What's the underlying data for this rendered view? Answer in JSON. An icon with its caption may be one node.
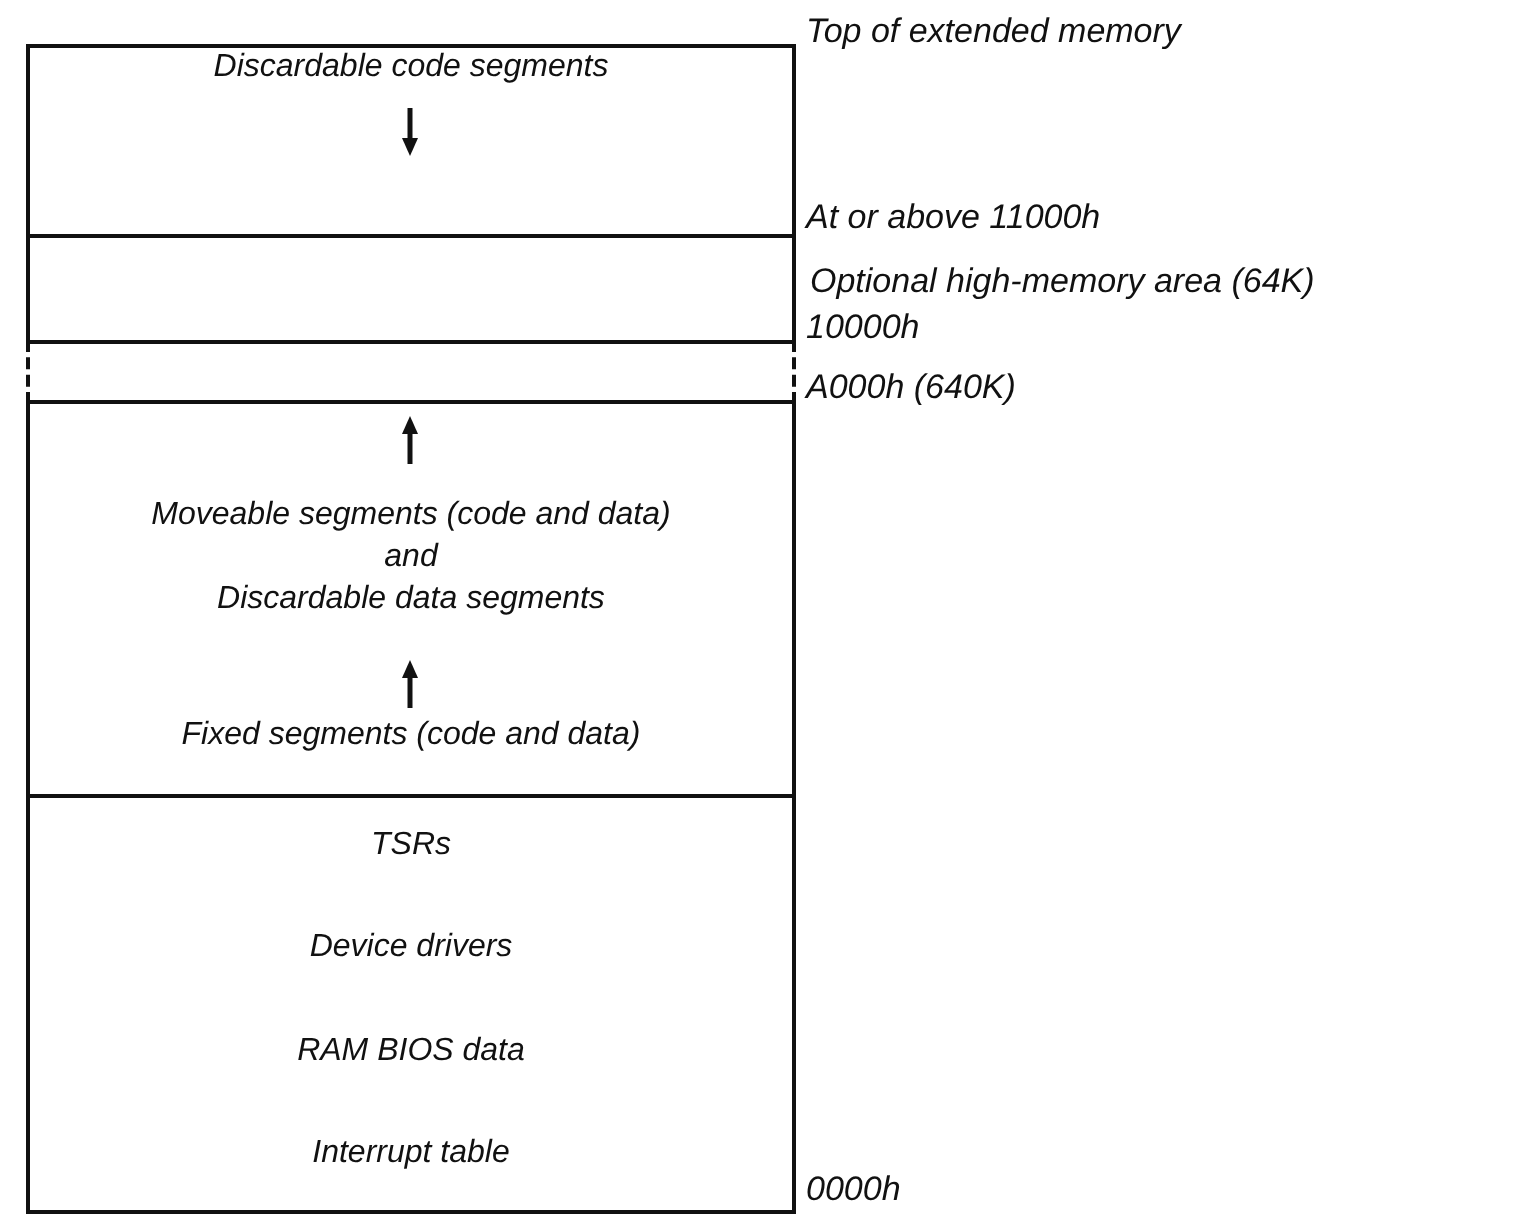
{
  "diagram": {
    "nodes": [
      {
        "text": [
          "Discardable code segments"
        ]
      },
      {
        "text": [],
        "shape": "box",
        "beside": [
          "Optional high-memory area (64K)"
        ]
      },
      {
        "text": [],
        "shape": "box"
      },
      {
        "text": [
          "Moveable segments (code and data)",
          "and",
          "Discardable data segments",
          "Fixed segments (code and data)"
        ]
      },
      {
        "text": [
          "TSRs",
          "Device drivers",
          "RAM BIOS data",
          "Interrupt table"
        ]
      }
    ],
    "labels": [
      "Top of extended memory",
      "At or above 11000h",
      "10000h",
      "A000h (640K)",
      "0000h"
    ]
  }
}
